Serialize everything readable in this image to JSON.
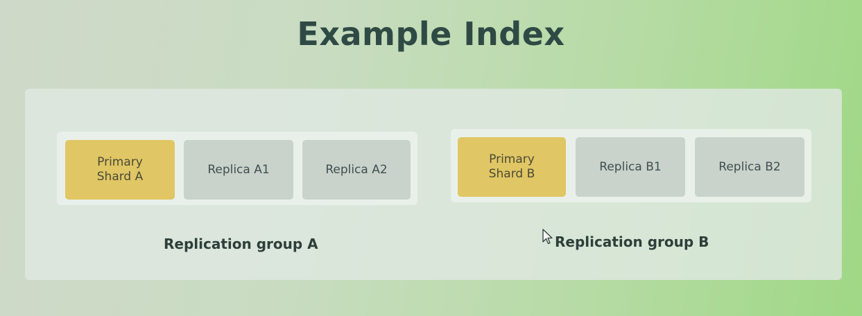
{
  "title": "Example Index",
  "groups": [
    {
      "label": "Replication group A",
      "primary": "Primary\nShard A",
      "replicas": [
        "Replica A1",
        "Replica A2"
      ]
    },
    {
      "label": "Replication group B",
      "primary": "Primary\nShard B",
      "replicas": [
        "Replica B1",
        "Replica B2"
      ]
    }
  ],
  "colors": {
    "primary": "#e0c664",
    "replica": "#c9d2cb",
    "title": "#2f4a44"
  }
}
